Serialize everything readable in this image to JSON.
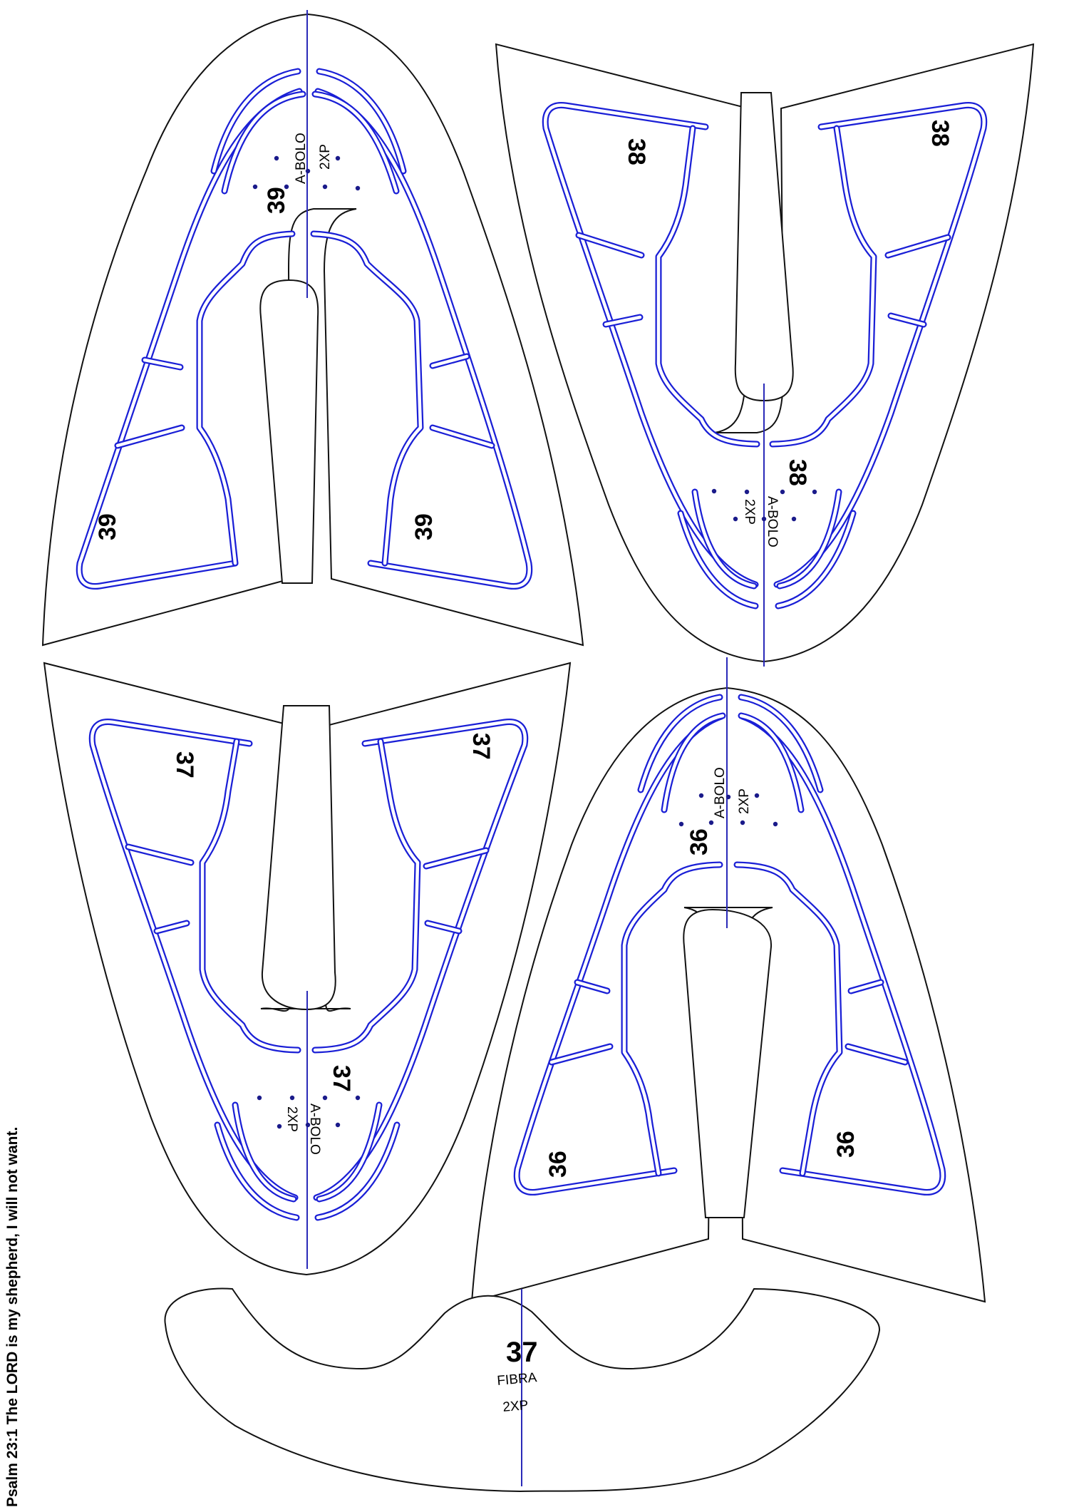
{
  "colors": {
    "outline": "#111111",
    "channel": "#1a1fd6",
    "axis": "#2a2ab8",
    "dot": "#1a1a8a",
    "background": "#ffffff"
  },
  "footer": "Psalm 23:1 The LORD is my shepherd, I will not want.",
  "pieces": {
    "size_39": {
      "size": "39",
      "material": "A-BOLO",
      "quantity": "2XP"
    },
    "size_38": {
      "size": "38",
      "material": "A-BOLO",
      "quantity": "2XP"
    },
    "size_37": {
      "size": "37",
      "material": "A-BOLO",
      "quantity": "2XP"
    },
    "size_36": {
      "size": "36",
      "material": "A-BOLO",
      "quantity": "2XP"
    },
    "counter": {
      "size": "37",
      "material": "FIBRA",
      "quantity": "2XP"
    }
  }
}
